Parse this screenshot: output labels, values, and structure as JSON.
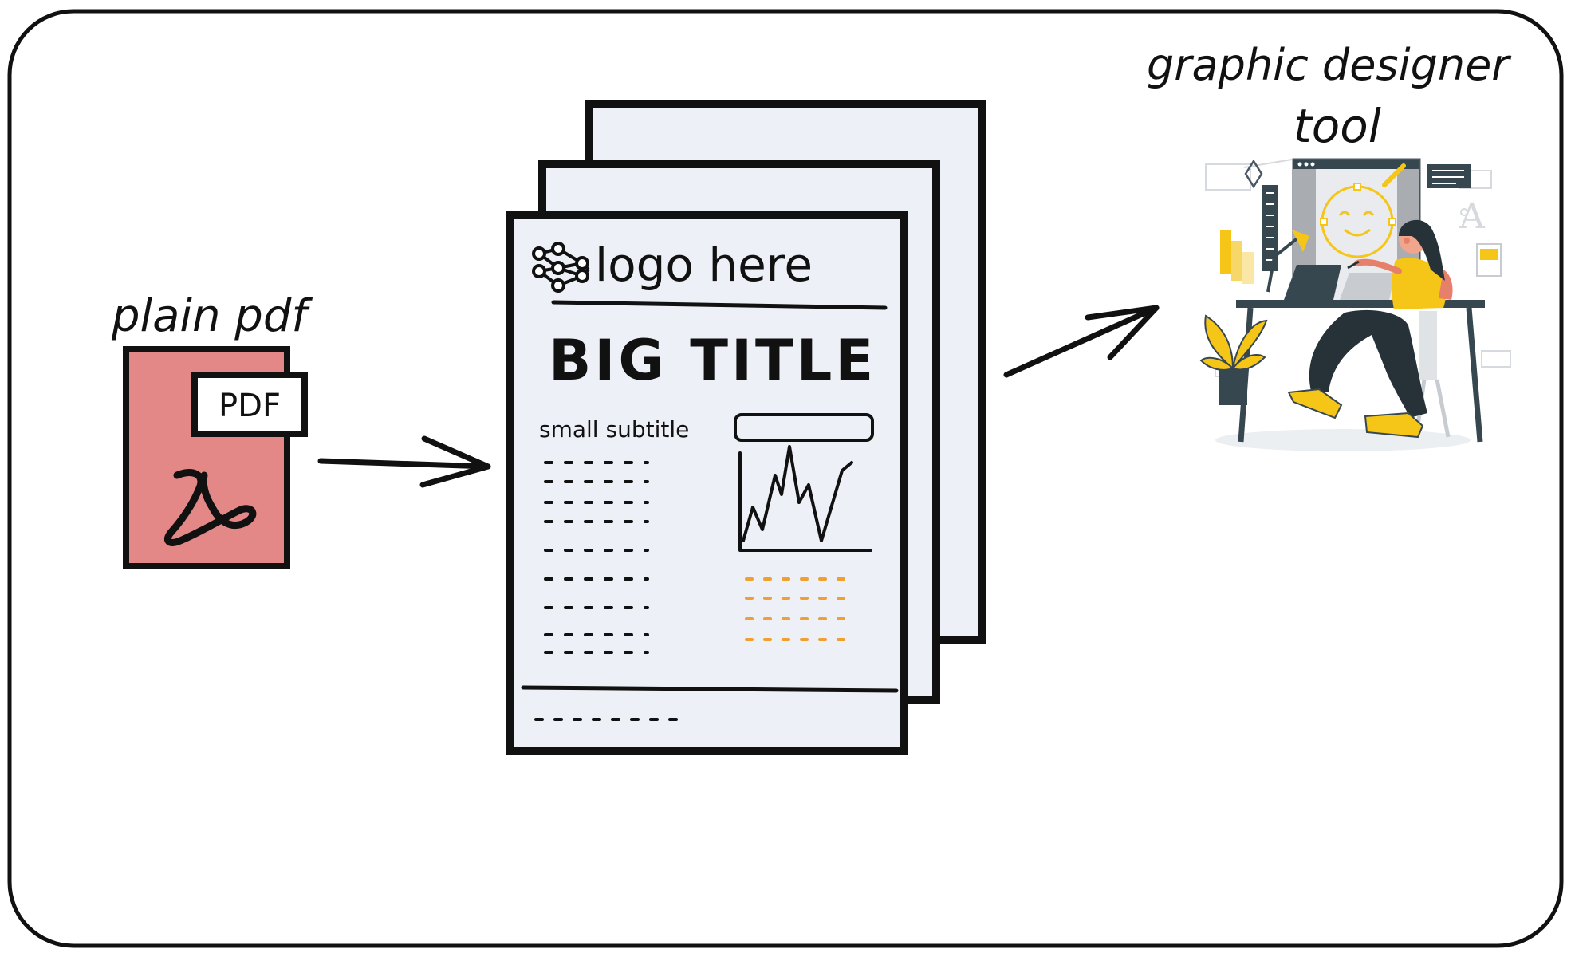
{
  "frame": {
    "background": "#ffffff",
    "stroke": "#111111"
  },
  "source": {
    "label": "plain pdf",
    "badge_text": "PDF",
    "icon": "acrobat-pdf-icon",
    "color": "#e38886"
  },
  "document": {
    "logo_text": "logo here",
    "logo_icon": "neural-network-icon",
    "title": "BIG TITLE",
    "subtitle": "small subtitle",
    "page_color": "#eef0f7",
    "accent_color": "#f0a030"
  },
  "target": {
    "label_line1": "graphic designer",
    "label_line2": "tool",
    "illustration": "designer-at-desk-illustration",
    "accent_color": "#f5c518"
  }
}
